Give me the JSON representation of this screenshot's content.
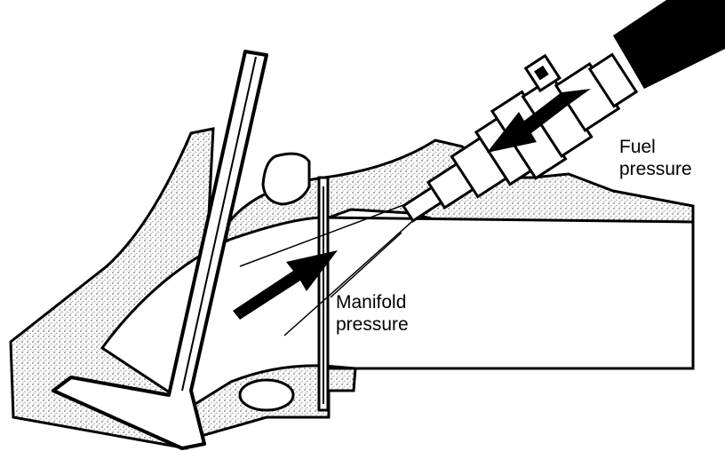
{
  "labels": {
    "fuel_line1": "Fuel",
    "fuel_line2": "pressure",
    "manifold_line1": "Manifold",
    "manifold_line2": "pressure"
  },
  "colors": {
    "ink": "#000000",
    "casting": "#d9d9d9",
    "paper": "#ffffff"
  }
}
